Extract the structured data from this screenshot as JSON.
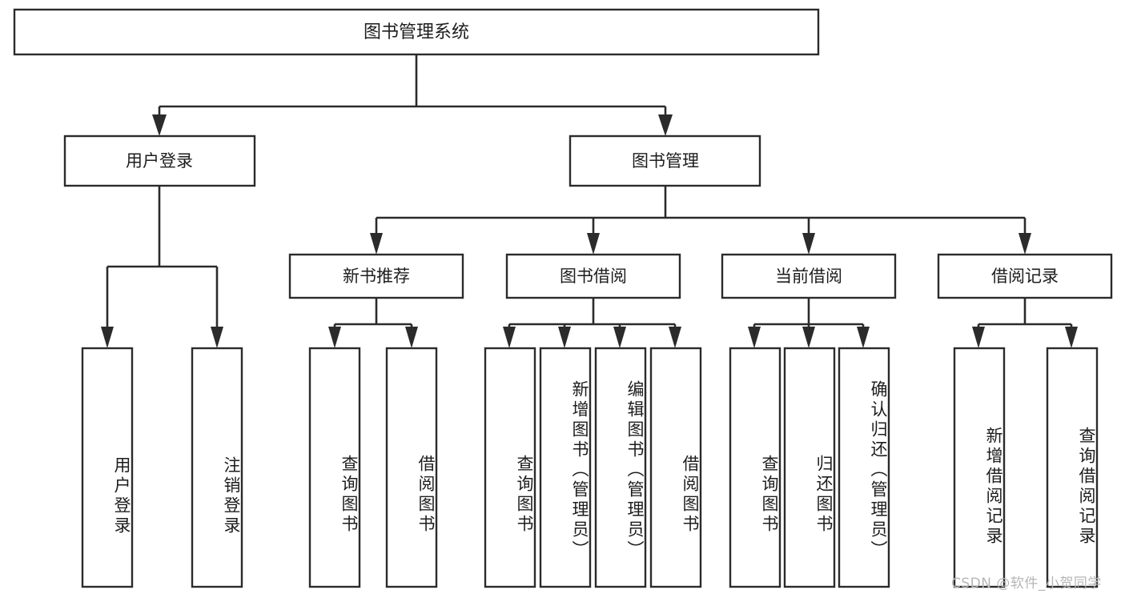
{
  "diagram": {
    "title": "图书管理系统",
    "type": "tree-hierarchy",
    "watermark": "CSDN @软件_小贺同学",
    "colors": {
      "background": "#ffffff",
      "box_stroke": "#2b2b2b",
      "box_fill": "#ffffff",
      "text": "#1d1d1d",
      "watermark": "#b6b6b6"
    },
    "root": {
      "label": "图书管理系统"
    },
    "level2": [
      {
        "label": "用户登录"
      },
      {
        "label": "图书管理"
      }
    ],
    "level3": [
      {
        "label": "新书推荐"
      },
      {
        "label": "图书借阅"
      },
      {
        "label": "当前借阅"
      },
      {
        "label": "借阅记录"
      }
    ],
    "leaves": {
      "user_login": [
        {
          "label": "用户登录"
        },
        {
          "label": "注销登录"
        }
      ],
      "new_book_recommend": [
        {
          "label": "查询图书"
        },
        {
          "label": "借阅图书"
        }
      ],
      "book_borrow": [
        {
          "label": "查询图书"
        },
        {
          "label": "新增图书（管理员）"
        },
        {
          "label": "编辑图书（管理员）"
        },
        {
          "label": "借阅图书"
        }
      ],
      "current_borrow": [
        {
          "label": "查询图书"
        },
        {
          "label": "归还图书"
        },
        {
          "label": "确认归还（管理员）"
        }
      ],
      "borrow_record": [
        {
          "label": "新增借阅记录"
        },
        {
          "label": "查询借阅记录"
        }
      ]
    }
  }
}
